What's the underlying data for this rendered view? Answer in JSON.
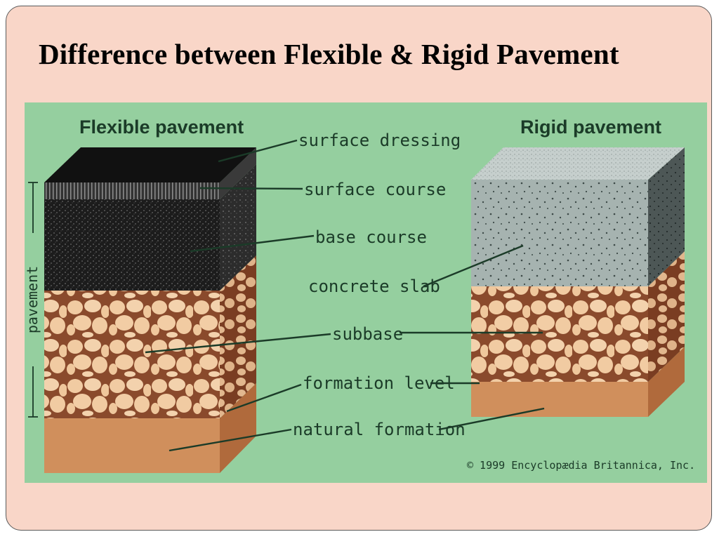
{
  "slide": {
    "title": "Difference between Flexible & Rigid Pavement"
  },
  "diagram": {
    "flexible_heading": "Flexible pavement",
    "rigid_heading": "Rigid pavement",
    "side_label": "pavement",
    "labels": {
      "surface_dressing": "surface dressing",
      "surface_course": "surface course",
      "base_course": "base course",
      "concrete_slab": "concrete slab",
      "subbase": "subbase",
      "formation_level": "formation level",
      "natural_formation": "natural formation"
    },
    "copyright": "© 1999 Encyclopædia Britannica, Inc."
  },
  "colors": {
    "slide_background": "#f9d6c8",
    "diagram_background": "#95cf9f",
    "asphalt": "#1c1c1c",
    "concrete": "#a6b3b0",
    "stone": "#f1cba2",
    "stone_gaps": "#8a4a2c",
    "soil": "#d08f5c",
    "label_text": "#1b3b28"
  }
}
